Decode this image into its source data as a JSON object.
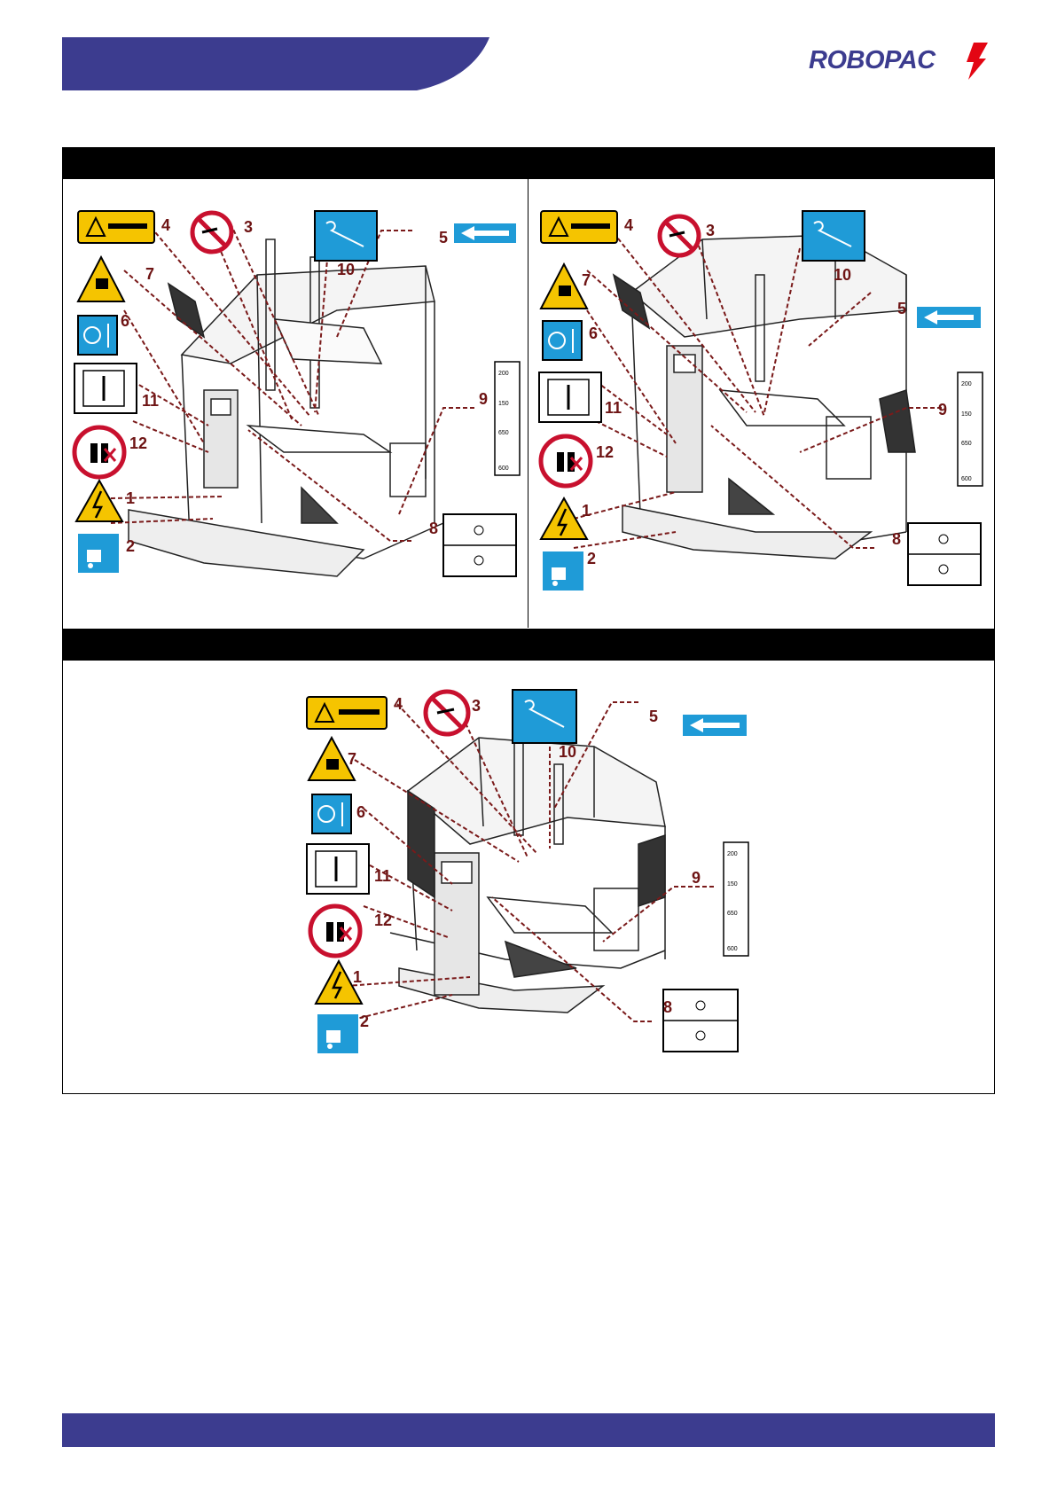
{
  "brand": {
    "logo_text": "ROBOPAC"
  },
  "colors": {
    "header_band": "#3c3c8f",
    "footer_band": "#3c3c8f",
    "section_bar": "#000000",
    "callout_line": "#7a1a1a",
    "warning_yellow": "#f5c400",
    "info_blue": "#1f9bd7",
    "prohibit_red": "#c8102e"
  },
  "callout_numbers": [
    "1",
    "2",
    "3",
    "4",
    "5",
    "6",
    "7",
    "8",
    "9",
    "10",
    "11",
    "12"
  ],
  "scale_ticks": [
    "200",
    "150",
    "650",
    "600"
  ],
  "icons": [
    "sharp-blade-warning-icon",
    "no-hands-prohibition-icon",
    "film-threading-icon",
    "direction-arrow-icon",
    "crushing-hazard-icon",
    "rotation-instruction-icon",
    "read-manual-icon",
    "no-lifting-people-icon",
    "electrical-hazard-icon",
    "forklift-icon",
    "film-path-label-icon",
    "film-height-scale-icon"
  ]
}
